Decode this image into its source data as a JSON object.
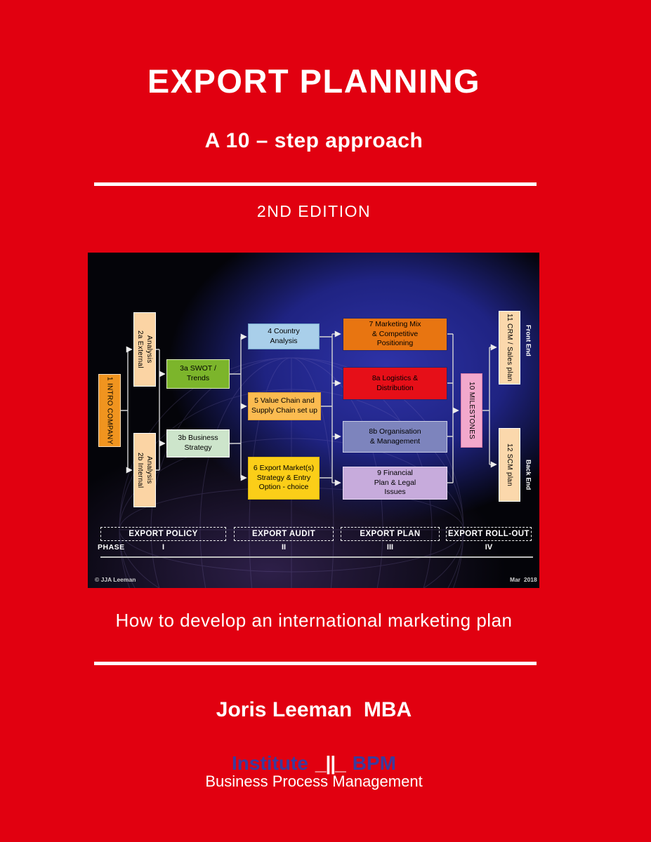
{
  "cover": {
    "title": "EXPORT PLANNING",
    "subtitle": "A 10 – step approach",
    "edition": "2ND EDITION",
    "tagline": "How to develop an international marketing plan",
    "author": "Joris Leeman  MBA",
    "publisher": {
      "name_left": "Institute",
      "symbol": "_||_",
      "name_right": "BPM",
      "full_name": "Business Process Management"
    },
    "colors": {
      "background_red": "#e10010",
      "publisher_blue": "#3b3b9c",
      "text_white": "#ffffff"
    }
  },
  "diagram": {
    "copyright": "© JJA Leeman",
    "date": "Mar  2018",
    "phase_word": "PHASE",
    "boxes": [
      {
        "id": "intro",
        "label": "1 INTRO COMPANY",
        "fill": "#f0941f",
        "border": "#f7dfc0"
      },
      {
        "id": "external",
        "label": "2a External\nAnalysis",
        "fill": "#fbd4a4",
        "border": "#ffffff"
      },
      {
        "id": "internal",
        "label": "2b Internal\nAnalysis",
        "fill": "#fbd4a4",
        "border": "#ffffff"
      },
      {
        "id": "swot",
        "label": "3a SWOT /\nTrends",
        "fill": "#7cb52b",
        "border": "#dce8c0"
      },
      {
        "id": "bizstrategy",
        "label": "3b Business\nStrategy",
        "fill": "#cde5cb",
        "border": "#ffffff"
      },
      {
        "id": "country",
        "label": "4 Country\nAnalysis",
        "fill": "#a9cfea",
        "border": "#6f9fc8"
      },
      {
        "id": "valuechain",
        "label": "5 Value Chain and\nSupply Chain set up",
        "fill": "#fbbb50",
        "border": "#e2a233"
      },
      {
        "id": "exportmarket",
        "label": "6 Export Market(s)\nStrategy & Entry\nOption - choice",
        "fill": "#fbce18",
        "border": "#dcb40e"
      },
      {
        "id": "marketingmix",
        "label": "7 Marketing Mix\n& Competitive\nPositioning",
        "fill": "#e87511",
        "border": "#26266e"
      },
      {
        "id": "logistics",
        "label": "8a Logistics &\nDistribution",
        "fill": "#e60f18",
        "border": "#26266e"
      },
      {
        "id": "organisation",
        "label": "8b Organisation\n& Management",
        "fill": "#7d84bd",
        "border": "#c9cde4"
      },
      {
        "id": "financial",
        "label": "9 Financial\nPlan & Legal\nIssues",
        "fill": "#c7abdc",
        "border": "#e6d8f0"
      },
      {
        "id": "milestones",
        "label": "10 MILESTONES",
        "fill": "#f2a8cc",
        "border": "#d87aa8"
      },
      {
        "id": "crm",
        "label": "11 CRM / Sales plan",
        "fill": "#fbd8ac",
        "border": "#ffffff"
      },
      {
        "id": "scm",
        "label": "12 SCM plan",
        "fill": "#fbd8ac",
        "border": "#ffffff"
      }
    ],
    "side_labels": [
      {
        "id": "front",
        "text": "Front End"
      },
      {
        "id": "back",
        "text": "Back End"
      }
    ],
    "phases": [
      {
        "id": "policy",
        "label": "EXPORT POLICY",
        "numeral": "I"
      },
      {
        "id": "audit",
        "label": "EXPORT AUDIT",
        "numeral": "II"
      },
      {
        "id": "plan",
        "label": "EXPORT PLAN",
        "numeral": "III"
      },
      {
        "id": "rollout",
        "label": "EXPORT ROLL-OUT",
        "numeral": "IV"
      }
    ]
  }
}
